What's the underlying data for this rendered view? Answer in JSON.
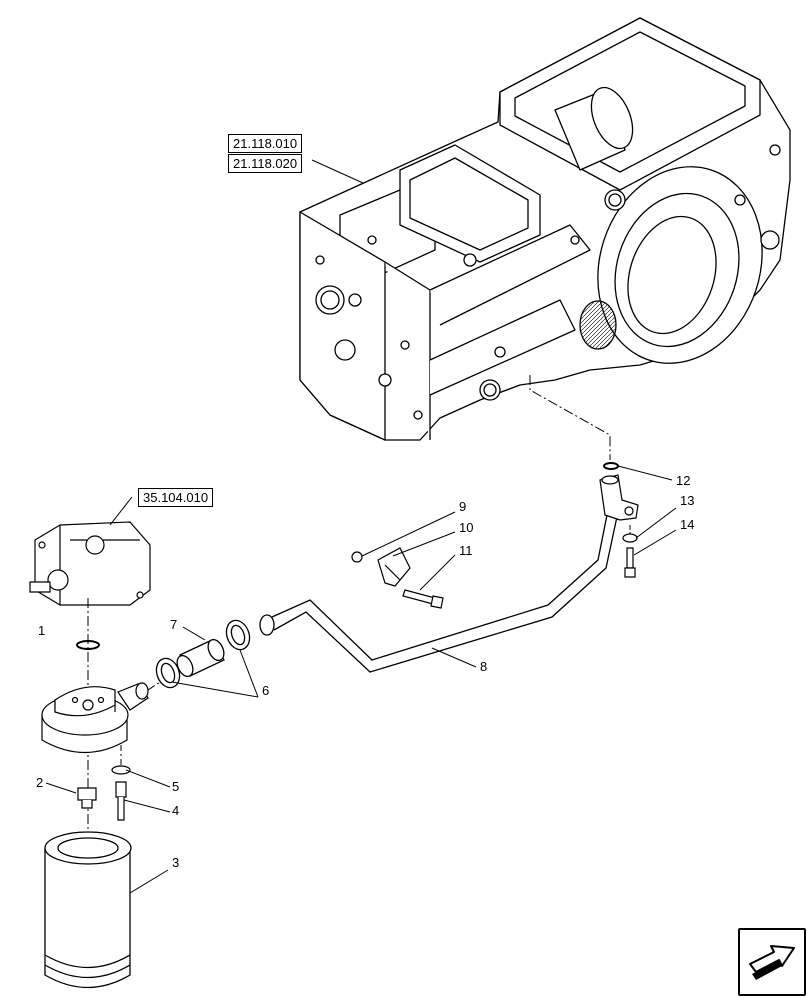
{
  "references": {
    "transmission_upper": "21.118.010",
    "transmission_lower": "21.118.020",
    "pump": "35.104.010"
  },
  "callouts": [
    "1",
    "2",
    "3",
    "4",
    "5",
    "6",
    "7",
    "8",
    "9",
    "10",
    "11",
    "12",
    "13",
    "14"
  ],
  "icons": {
    "next_page": "arrow-next-icon"
  }
}
